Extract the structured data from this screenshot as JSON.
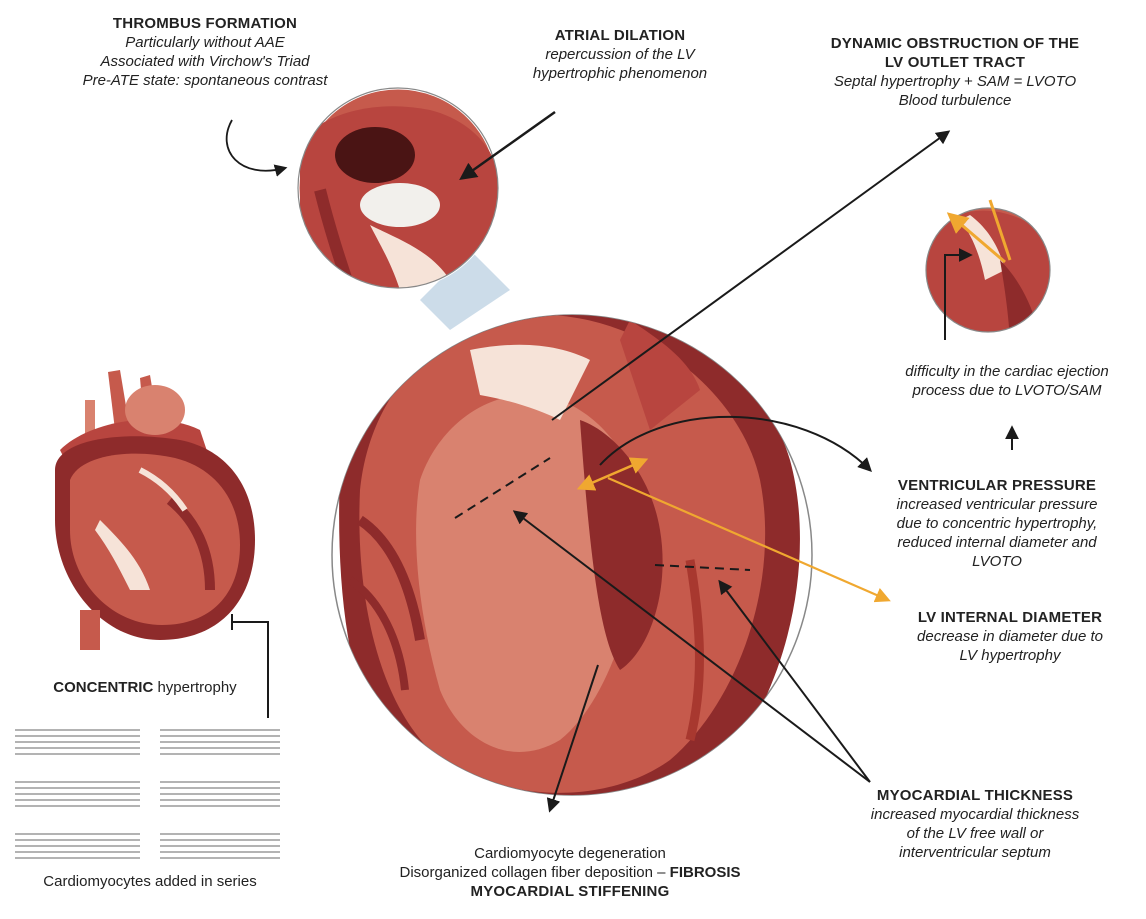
{
  "thrombus": {
    "title": "THROMBUS FORMATION",
    "line1": "Particularly without AAE",
    "line2": "Associated with Virchow's Triad",
    "line3": "Pre-ATE state: spontaneous contrast"
  },
  "atrial": {
    "title": "ATRIAL DILATION",
    "line1": "repercussion of the LV",
    "line2": "hypertrophic phenomenon"
  },
  "dynamic": {
    "title1": "DYNAMIC OBSTRUCTION OF THE",
    "title2": "LV OUTLET TRACT",
    "line1": "Septal hypertrophy + SAM = LVOTO",
    "line2": "Blood turbulence"
  },
  "ejection": {
    "line1": "difficulty in the cardiac ejection",
    "line2": "process due to LVOTO/SAM"
  },
  "ventricular": {
    "title": "VENTRICULAR PRESSURE",
    "line1": "increased ventricular pressure",
    "line2": "due to concentric hypertrophy,",
    "line3": "reduced internal diameter and",
    "line4": "LVOTO"
  },
  "diameter": {
    "title": "LV INTERNAL DIAMETER",
    "line1": "decrease in diameter due to",
    "line2": "LV hypertrophy"
  },
  "thickness": {
    "title": "MYOCARDIAL THICKNESS",
    "line1": "increased myocardial thickness",
    "line2": "of the LV free wall or",
    "line3": "interventricular septum"
  },
  "fibrosis": {
    "line1": "Cardiomyocyte degeneration",
    "line2a": "Disorganized collagen fiber deposition – ",
    "line2b": "FIBROSIS",
    "line3": "MYOCARDIAL STIFFENING"
  },
  "concentric": {
    "bold": "CONCENTRIC",
    "rest": " hypertrophy"
  },
  "cardiomyocytes": {
    "caption": "Cardiomyocytes added in series"
  },
  "colors": {
    "muscle_dark": "#8e2b2b",
    "muscle_mid": "#b8453f",
    "muscle_light": "#d9826f",
    "valve": "#f6e3d8",
    "arrow_orange": "#f0a830",
    "arrow_black": "#1a1a1a"
  }
}
